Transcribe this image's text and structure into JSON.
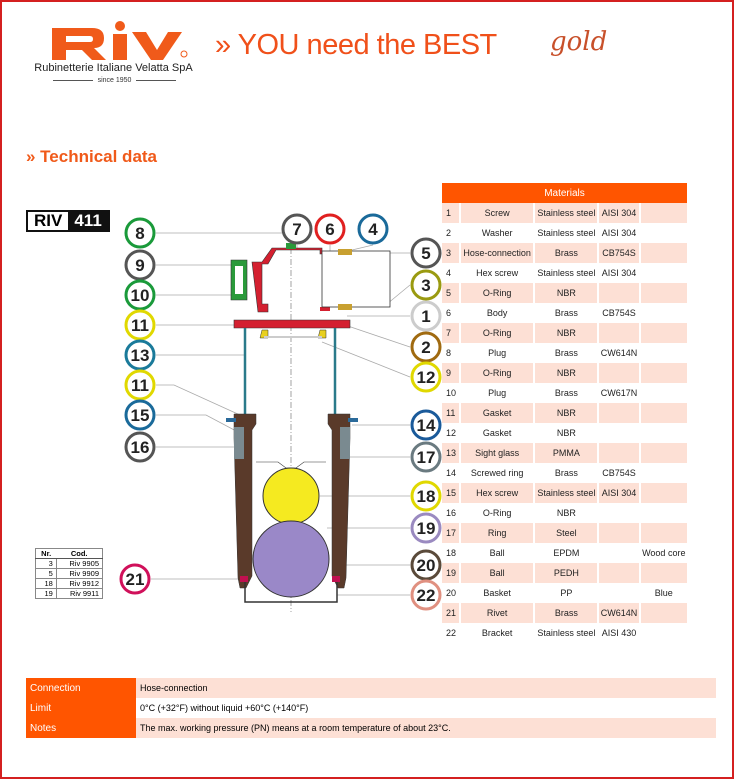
{
  "header": {
    "logo_text": "RIV",
    "company": "Rubinetterie Italiane Velatta SpA",
    "since": "since 1950",
    "slogan": "» YOU need the BEST",
    "slogan_tag": "gold"
  },
  "section_title": "» Technical data",
  "model": {
    "prefix": "RIV",
    "number": "411"
  },
  "materials": {
    "title": "Materials",
    "rows": [
      [
        "1",
        "Screw",
        "Stainless steel",
        "AISI 304",
        ""
      ],
      [
        "2",
        "Washer",
        "Stainless steel",
        "AISI 304",
        ""
      ],
      [
        "3",
        "Hose-connection",
        "Brass",
        "CB754S",
        ""
      ],
      [
        "4",
        "Hex screw",
        "Stainless steel",
        "AISI 304",
        ""
      ],
      [
        "5",
        "O-Ring",
        "NBR",
        "",
        ""
      ],
      [
        "6",
        "Body",
        "Brass",
        "CB754S",
        ""
      ],
      [
        "7",
        "O-Ring",
        "NBR",
        "",
        ""
      ],
      [
        "8",
        "Plug",
        "Brass",
        "CW614N",
        ""
      ],
      [
        "9",
        "O-Ring",
        "NBR",
        "",
        ""
      ],
      [
        "10",
        "Plug",
        "Brass",
        "CW617N",
        ""
      ],
      [
        "11",
        "Gasket",
        "NBR",
        "",
        ""
      ],
      [
        "12",
        "Gasket",
        "NBR",
        "",
        ""
      ],
      [
        "13",
        "Sight glass",
        "PMMA",
        "",
        ""
      ],
      [
        "14",
        "Screwed ring",
        "Brass",
        "CB754S",
        ""
      ],
      [
        "15",
        "Hex screw",
        "Stainless steel",
        "AISI 304",
        ""
      ],
      [
        "16",
        "O-Ring",
        "NBR",
        "",
        ""
      ],
      [
        "17",
        "Ring",
        "Steel",
        "",
        ""
      ],
      [
        "18",
        "Ball",
        "EPDM",
        "",
        "Wood core"
      ],
      [
        "19",
        "Ball",
        "PEDH",
        "",
        ""
      ],
      [
        "20",
        "Basket",
        "PP",
        "",
        "Blue"
      ],
      [
        "21",
        "Rivet",
        "Brass",
        "CW614N",
        ""
      ],
      [
        "22",
        "Bracket",
        "Stainless steel",
        "AISI 430",
        ""
      ]
    ]
  },
  "codes": {
    "headers": [
      "Nr.",
      "Cod."
    ],
    "rows": [
      [
        "3",
        "Riv 9905"
      ],
      [
        "5",
        "Riv 9909"
      ],
      [
        "18",
        "Riv 9912"
      ],
      [
        "19",
        "Riv 9911"
      ]
    ]
  },
  "callouts": [
    "8",
    "9",
    "10",
    "11",
    "13",
    "11",
    "15",
    "16",
    "21",
    "7",
    "6",
    "4",
    "5",
    "3",
    "1",
    "2",
    "12",
    "14",
    "17",
    "18",
    "19",
    "20",
    "22"
  ],
  "info": [
    {
      "label": "Connection",
      "value": "Hose-connection"
    },
    {
      "label": "Limit",
      "value": "0°C  (+32°F) without liquid +60°C  (+140°F)"
    },
    {
      "label": "Notes",
      "value": "The max. working pressure (PN) means at a room temperature of about 23°C."
    }
  ],
  "colors": {
    "accent": "#ff5500",
    "row_tint": "#fde0d5",
    "border": "#d42020"
  }
}
